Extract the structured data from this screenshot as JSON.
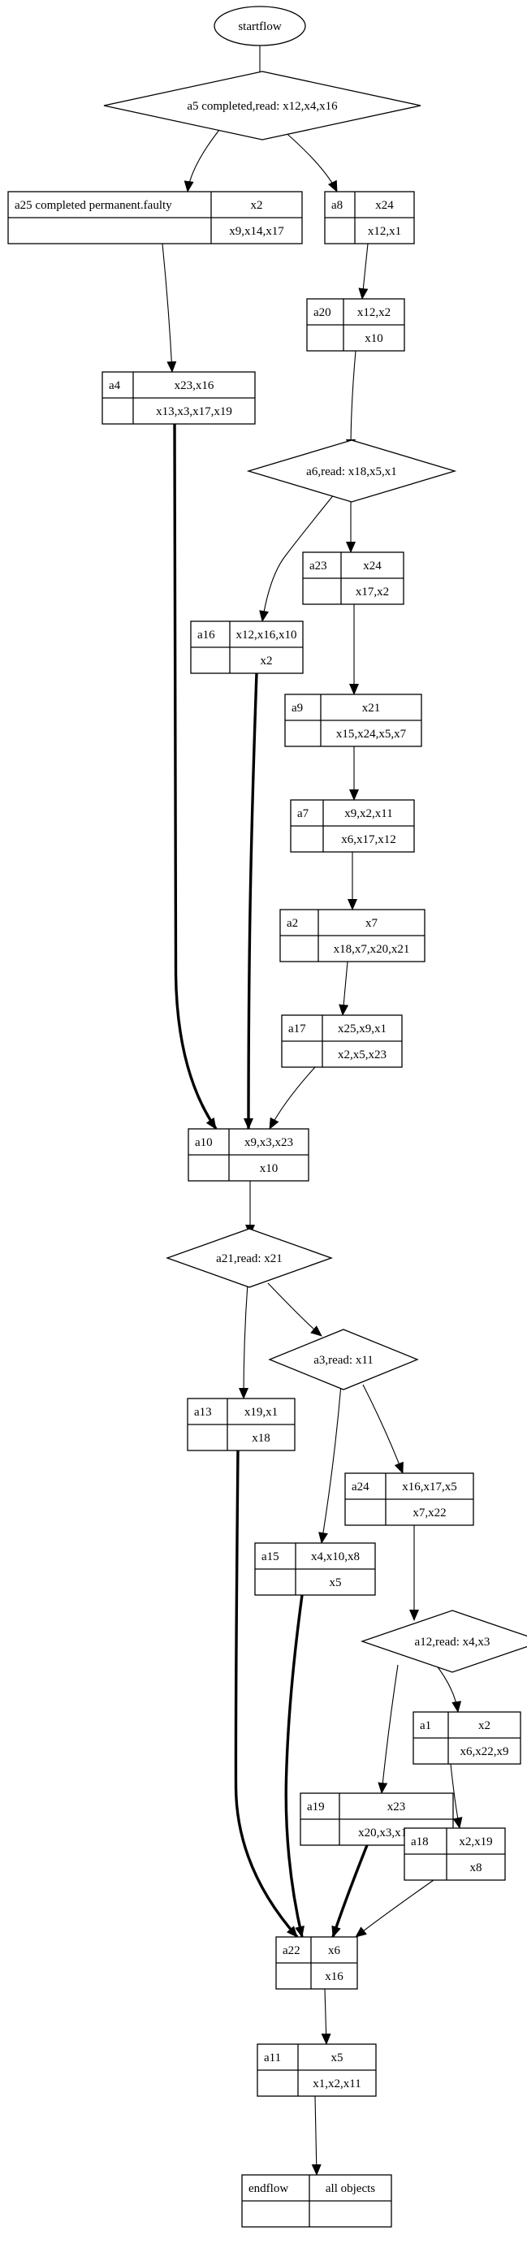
{
  "title": "",
  "nodes": {
    "startflow": {
      "label": "startflow"
    },
    "d_a5": {
      "label": "a5 completed,read: x12,x4,x16"
    },
    "a25": {
      "name": "a25 completed permanent.faulty",
      "top": "x2",
      "bottom": "x9,x14,x17"
    },
    "a8": {
      "name": "a8",
      "top": "x24",
      "bottom": "x12,x1"
    },
    "a20": {
      "name": "a20",
      "top": "x12,x2",
      "bottom": "x10"
    },
    "a4": {
      "name": "a4",
      "top": "x23,x16",
      "bottom": "x13,x3,x17,x19"
    },
    "d_a6": {
      "label": "a6,read: x18,x5,x1"
    },
    "a23": {
      "name": "a23",
      "top": "x24",
      "bottom": "x17,x2"
    },
    "a16": {
      "name": "a16",
      "top": "x12,x16,x10",
      "bottom": "x2"
    },
    "a9": {
      "name": "a9",
      "top": "x21",
      "bottom": "x15,x24,x5,x7"
    },
    "a7": {
      "name": "a7",
      "top": "x9,x2,x11",
      "bottom": "x6,x17,x12"
    },
    "a2": {
      "name": "a2",
      "top": "x7",
      "bottom": "x18,x7,x20,x21"
    },
    "a17": {
      "name": "a17",
      "top": "x25,x9,x1",
      "bottom": "x2,x5,x23"
    },
    "a10": {
      "name": "a10",
      "top": "x9,x3,x23",
      "bottom": "x10"
    },
    "d_a21": {
      "label": "a21,read: x21"
    },
    "d_a3": {
      "label": "a3,read: x11"
    },
    "a13": {
      "name": "a13",
      "top": "x19,x1",
      "bottom": "x18"
    },
    "a24": {
      "name": "a24",
      "top": "x16,x17,x5",
      "bottom": "x7,x22"
    },
    "a15": {
      "name": "a15",
      "top": "x4,x10,x8",
      "bottom": "x5"
    },
    "d_a12": {
      "label": "a12,read: x4,x3"
    },
    "a1": {
      "name": "a1",
      "top": "x2",
      "bottom": "x6,x22,x9"
    },
    "a19": {
      "name": "a19",
      "top": "x23",
      "bottom": "x20,x3,x10,x21"
    },
    "a18": {
      "name": "a18",
      "top": "x2,x19",
      "bottom": "x8"
    },
    "a22": {
      "name": "a22",
      "top": "x6",
      "bottom": "x16"
    },
    "a11": {
      "name": "a11",
      "top": "x5",
      "bottom": "x1,x2,x11"
    },
    "endflow": {
      "name": "endflow",
      "top": "all objects",
      "bottom": ""
    }
  },
  "edges": [
    {
      "from": "startflow",
      "to": "d_a5",
      "bold": false
    },
    {
      "from": "d_a5",
      "to": "a25",
      "bold": false
    },
    {
      "from": "d_a5",
      "to": "a8",
      "bold": false
    },
    {
      "from": "a25",
      "to": "a4",
      "bold": false
    },
    {
      "from": "a8",
      "to": "a20",
      "bold": false
    },
    {
      "from": "a20",
      "to": "d_a6",
      "bold": false
    },
    {
      "from": "a4",
      "to": "a10",
      "bold": true
    },
    {
      "from": "d_a6",
      "to": "a23",
      "bold": false
    },
    {
      "from": "d_a6",
      "to": "a16",
      "bold": false
    },
    {
      "from": "a23",
      "to": "a9",
      "bold": false
    },
    {
      "from": "a16",
      "to": "a10",
      "bold": true
    },
    {
      "from": "a9",
      "to": "a7",
      "bold": false
    },
    {
      "from": "a7",
      "to": "a2",
      "bold": false
    },
    {
      "from": "a2",
      "to": "a17",
      "bold": false
    },
    {
      "from": "a17",
      "to": "a10",
      "bold": false
    },
    {
      "from": "a10",
      "to": "d_a21",
      "bold": false
    },
    {
      "from": "d_a21",
      "to": "a13",
      "bold": false
    },
    {
      "from": "d_a21",
      "to": "d_a3",
      "bold": false
    },
    {
      "from": "d_a3",
      "to": "a15",
      "bold": false
    },
    {
      "from": "d_a3",
      "to": "a24",
      "bold": false
    },
    {
      "from": "a24",
      "to": "d_a12",
      "bold": false
    },
    {
      "from": "d_a12",
      "to": "a1",
      "bold": false
    },
    {
      "from": "d_a12",
      "to": "a19",
      "bold": false
    },
    {
      "from": "a1",
      "to": "a18",
      "bold": false
    },
    {
      "from": "a13",
      "to": "a22",
      "bold": true
    },
    {
      "from": "a15",
      "to": "a22",
      "bold": true
    },
    {
      "from": "a19",
      "to": "a22",
      "bold": true
    },
    {
      "from": "a18",
      "to": "a22",
      "bold": false
    },
    {
      "from": "a22",
      "to": "a11",
      "bold": false
    },
    {
      "from": "a11",
      "to": "endflow",
      "bold": false
    }
  ]
}
